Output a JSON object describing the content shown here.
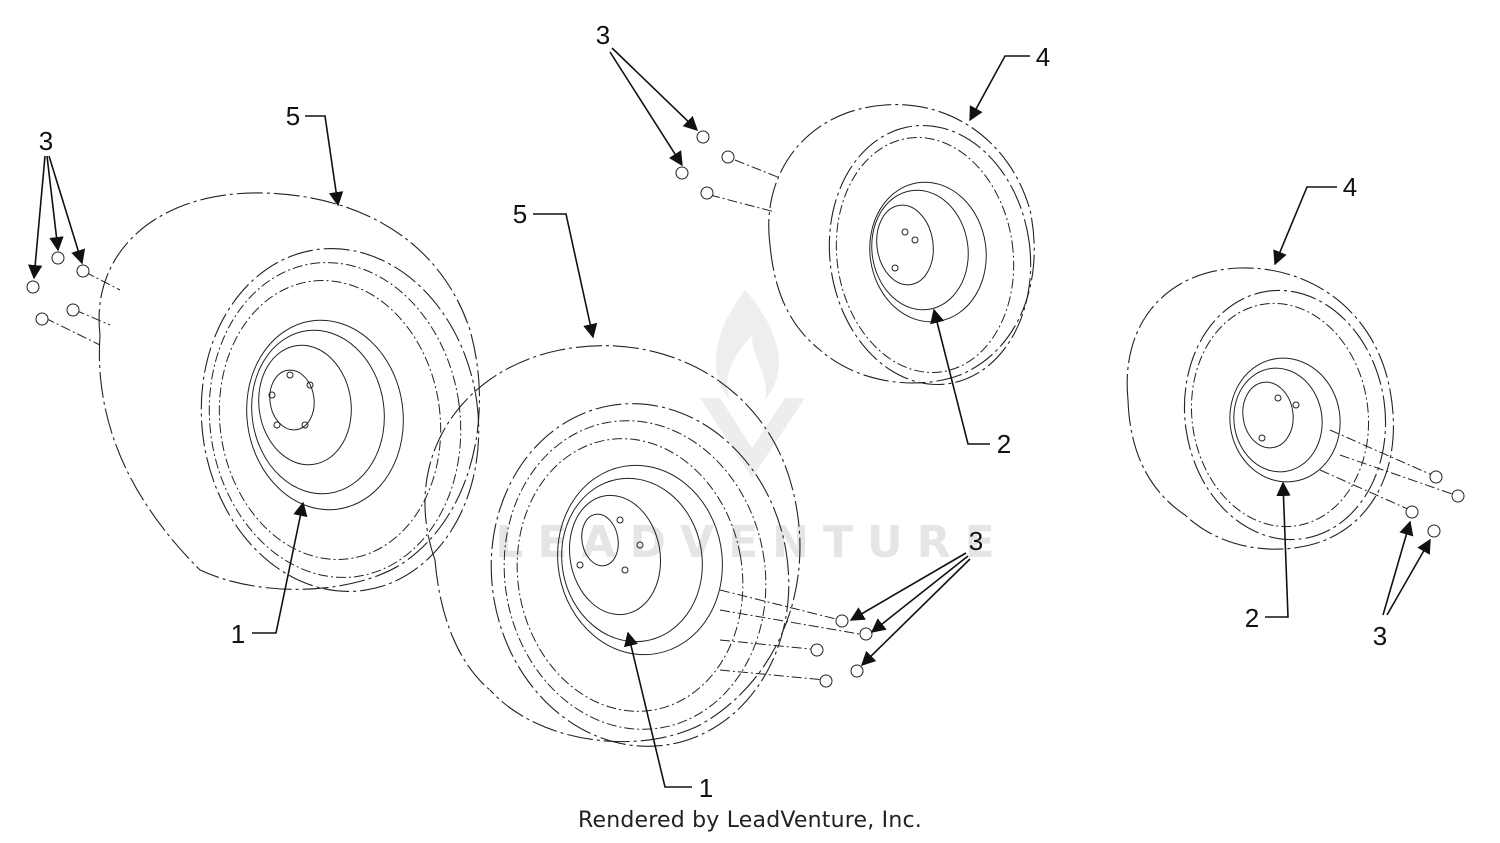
{
  "diagram": {
    "callouts": [
      {
        "id": "c3-topleft",
        "label": "3"
      },
      {
        "id": "c5-left",
        "label": "5"
      },
      {
        "id": "c1-left",
        "label": "1"
      },
      {
        "id": "c5-center",
        "label": "5"
      },
      {
        "id": "c1-center",
        "label": "1"
      },
      {
        "id": "c3-center",
        "label": "3"
      },
      {
        "id": "c3-top",
        "label": "3"
      },
      {
        "id": "c4-top",
        "label": "4"
      },
      {
        "id": "c2-top",
        "label": "2"
      },
      {
        "id": "c4-right",
        "label": "4"
      },
      {
        "id": "c2-right",
        "label": "2"
      },
      {
        "id": "c3-right",
        "label": "3"
      }
    ],
    "watermark": "LEADVENTURE",
    "footer": "Rendered by LeadVenture, Inc."
  },
  "colors": {
    "ink": "#111111",
    "watermark": "#e3e3e3",
    "background": "#ffffff"
  }
}
